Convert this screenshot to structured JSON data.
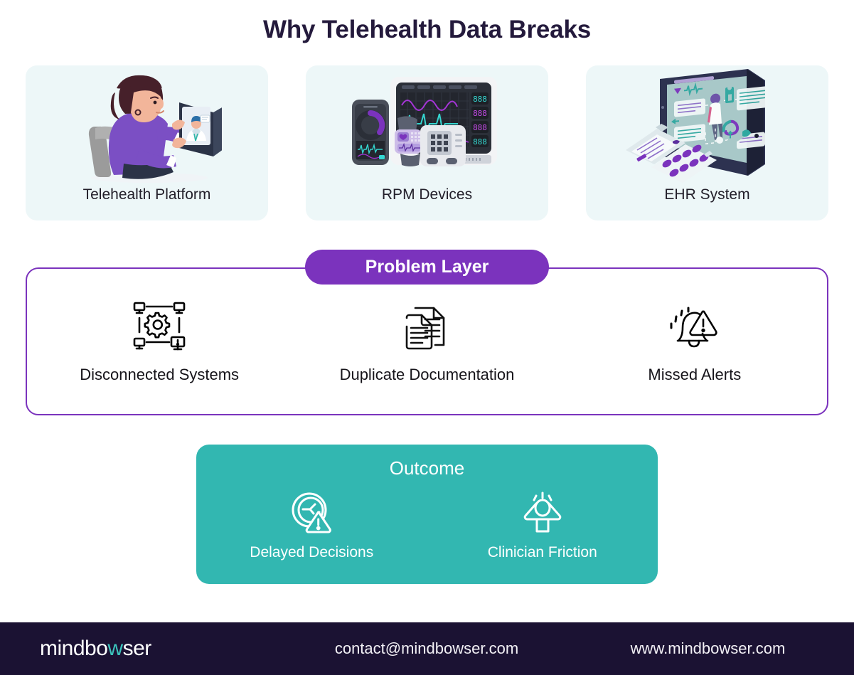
{
  "title": "Why Telehealth Data Breaks",
  "colors": {
    "title_text": "#241a3c",
    "card_bg": "#edf7f8",
    "problem_accent": "#7b33bd",
    "outcome_bg": "#32b7b1",
    "footer_bg": "#1b1233",
    "logo_accent": "#3cc4bd"
  },
  "sources": {
    "cards": [
      {
        "label": "Telehealth Platform",
        "icon": "patient-video-consult-illustration"
      },
      {
        "label": "RPM Devices",
        "icon": "remote-patient-monitoring-devices-illustration"
      },
      {
        "label": "EHR System",
        "icon": "ehr-tablet-dashboard-illustration"
      }
    ]
  },
  "problem_layer": {
    "badge": "Problem Layer",
    "items": [
      {
        "label": "Disconnected Systems",
        "icon": "disconnected-network-gear-icon"
      },
      {
        "label": "Duplicate Documentation",
        "icon": "duplicate-documents-icon"
      },
      {
        "label": "Missed Alerts",
        "icon": "bell-warning-icon"
      }
    ]
  },
  "outcome": {
    "title": "Outcome",
    "items": [
      {
        "label": "Delayed Decisions",
        "icon": "clock-warning-icon"
      },
      {
        "label": "Clinician Friction",
        "icon": "stressed-person-icon"
      }
    ]
  },
  "footer": {
    "logo_part1": "mindbo",
    "logo_accent": "w",
    "logo_part2": "ser",
    "email": "contact@mindbowser.com",
    "website": "www.mindbowser.com"
  }
}
